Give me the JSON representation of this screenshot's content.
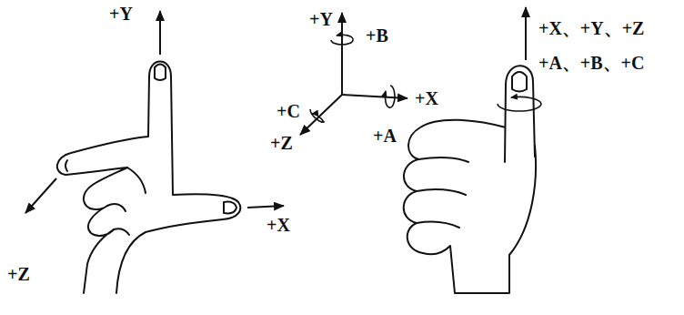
{
  "diagram": {
    "labels": [
      "+Y",
      "+Z",
      "+X",
      "+Y",
      "+B",
      "+X",
      "+A",
      "+C",
      "+Z",
      "+X、+Y、+Z",
      "+A、+B、+C"
    ]
  }
}
